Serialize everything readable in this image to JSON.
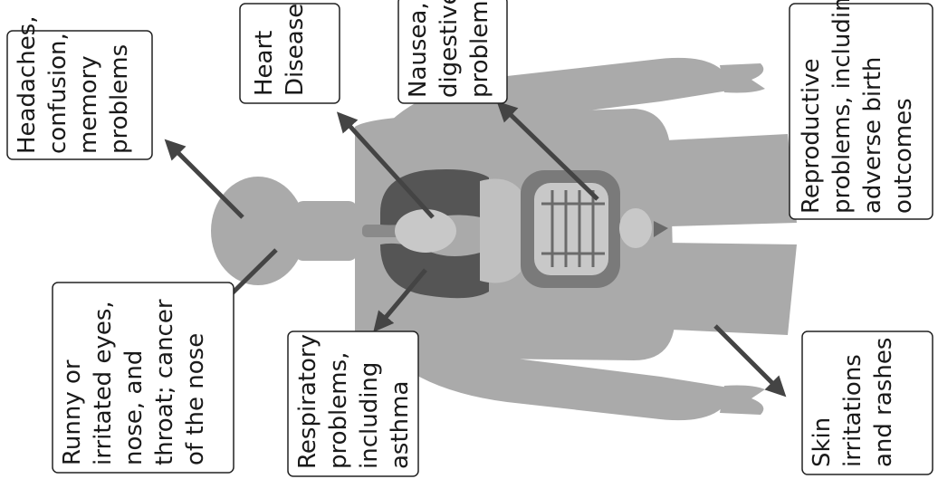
{
  "diagram": {
    "labels": {
      "headaches": [
        "Headaches,",
        "confusion,",
        "memory",
        "problems"
      ],
      "heart": [
        "Heart",
        "Disease"
      ],
      "nausea": [
        "Nausea,",
        "digestive",
        "problems"
      ],
      "reproductive": [
        "Reproductive",
        "problems, including",
        "adverse birth",
        "outcomes"
      ],
      "runny": [
        "Runny or",
        "irritated eyes,",
        "nose, and",
        "throat; cancer",
        "of the nose"
      ],
      "respiratory": [
        "Respiratory",
        "problems,",
        "including",
        "asthma"
      ],
      "skin": [
        "Skin",
        "irritations",
        "and rashes"
      ]
    },
    "colors": {
      "body": "#aaaaaa",
      "lungs": "#555555",
      "organs_dark": "#7a7a7a",
      "organs_light": "#c8c8c8",
      "arrow": "#444444",
      "box_border": "#222222"
    }
  }
}
